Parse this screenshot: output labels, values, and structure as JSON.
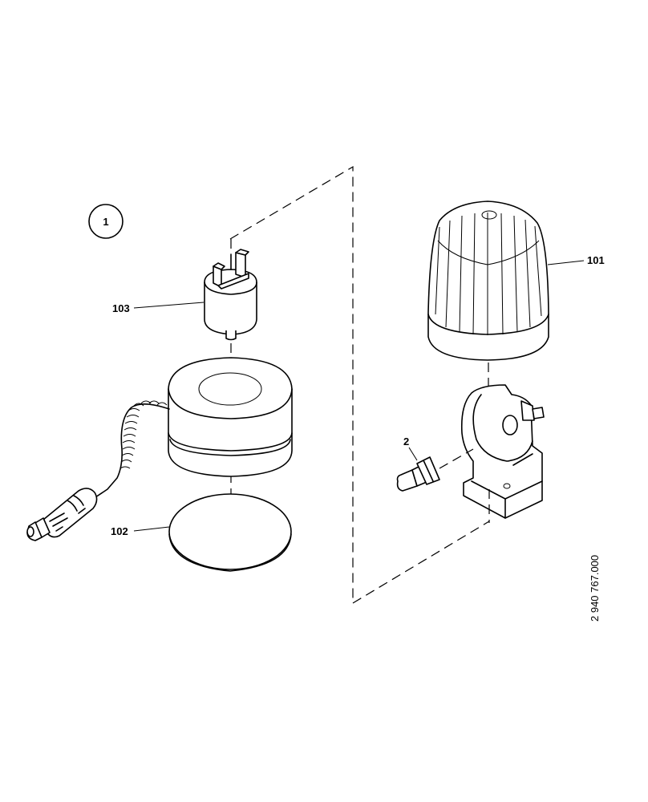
{
  "view_marker": "1",
  "parts": {
    "p101": "101",
    "p102": "102",
    "p103": "103",
    "p2": "2"
  },
  "document_number": "2 940 767.000"
}
